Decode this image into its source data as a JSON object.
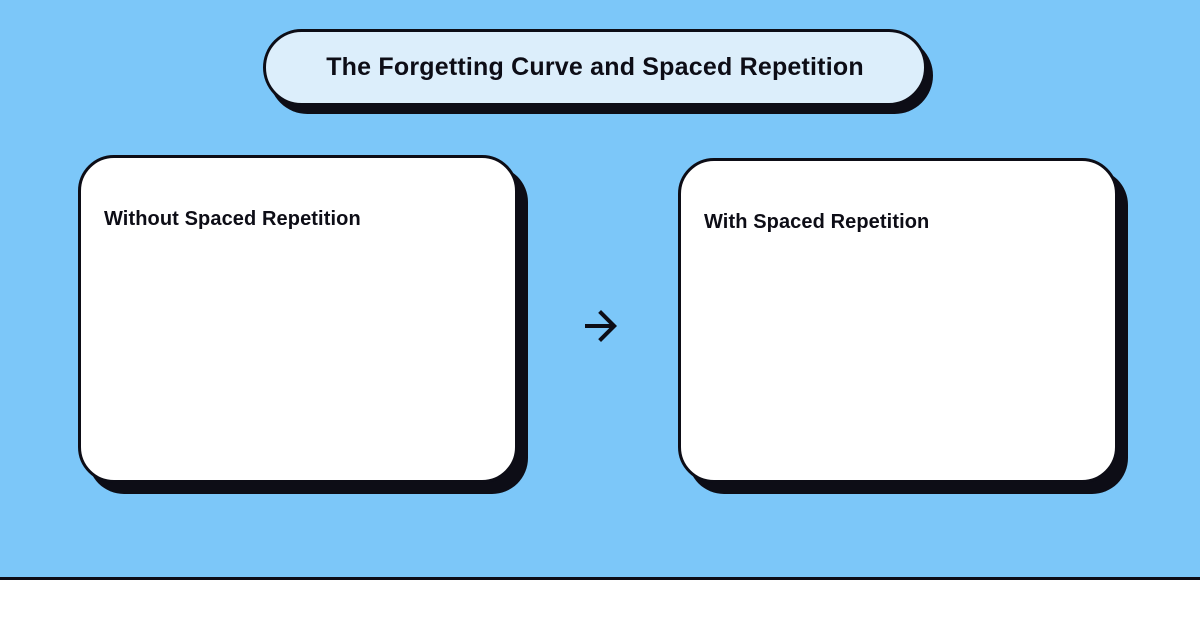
{
  "colors": {
    "background": "#7cc7f9",
    "ink": "#0d0d16",
    "title_fill": "#dceefb",
    "card_fill": "#ffffff",
    "footer_fill": "#ffffff"
  },
  "title": {
    "text": "The Forgetting Curve and Spaced Repetition"
  },
  "cards": [
    {
      "heading": "Without Spaced Repetition"
    },
    {
      "heading": "With Spaced Repetition"
    }
  ],
  "arrow": {
    "icon": "arrow-right-icon"
  }
}
